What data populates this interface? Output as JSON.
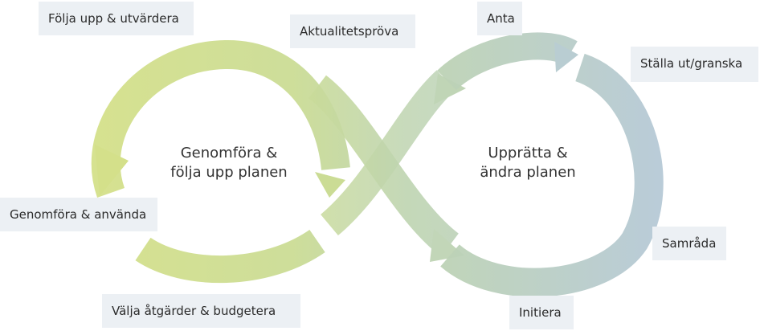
{
  "labels": {
    "folja_upp": "Följa upp & utvärdera",
    "aktualitet": "Aktualitetspröva",
    "anta": "Anta",
    "stalla_ut": "Ställa ut/granska",
    "genomfora_anvanda": "Genomföra & använda",
    "samrada": "Samråda",
    "valja": "Välja åtgärder & budgetera",
    "initiera": "Initiera"
  },
  "centers": {
    "left_line1": "Genomföra &",
    "left_line2": "följa upp planen",
    "right_line1": "Upprätta &",
    "right_line2": "ändra planen"
  },
  "colors": {
    "green": "#d2e08a",
    "mid": "#bcd5b0",
    "blue": "#b7cbd6",
    "label_bg": "#ecf0f4"
  }
}
